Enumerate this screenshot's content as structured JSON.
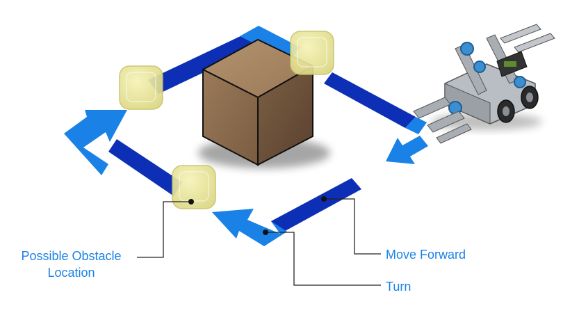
{
  "labels": {
    "obstacle_line1": "Possible Obstacle",
    "obstacle_line2": "Location",
    "move_forward": "Move Forward",
    "turn": "Turn"
  },
  "colors": {
    "forward_path": "#0d2fb6",
    "turn_arrow": "#1a82e6",
    "label_text": "#1a82e6",
    "obstacle_fill": "#ece99a",
    "box_top": "#a48361",
    "box_left": "#8c6c4e",
    "box_right": "#6b5038"
  },
  "icons": {
    "robot": "robot-icon",
    "obstacle": "obstacle-cube-icon",
    "box": "box-icon"
  }
}
